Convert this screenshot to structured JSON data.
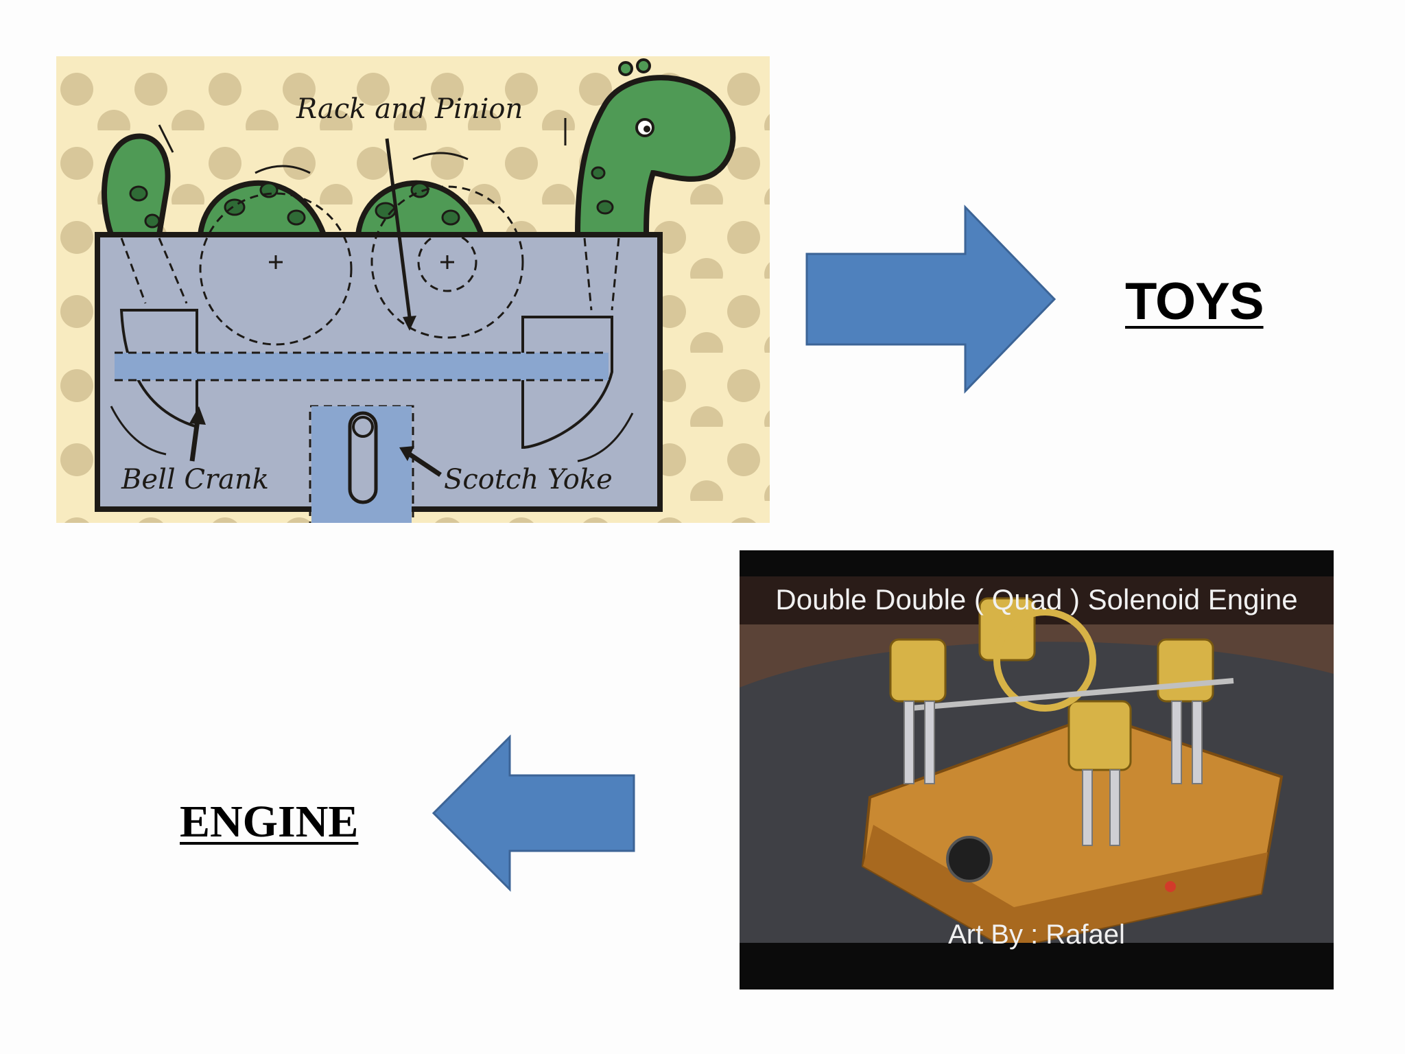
{
  "slide": {
    "toys_label": "TOYS",
    "engine_label": "ENGINE"
  },
  "diagram": {
    "label_rack": "Rack and Pinion",
    "label_bell": "Bell Crank",
    "label_scotch": "Scotch Yoke"
  },
  "photo": {
    "title": "Double Double ( Quad ) Solenoid Engine",
    "credit": "Art By : Rafael"
  },
  "colors": {
    "arrow": "#4f81bd",
    "arrow_border": "#3c6496",
    "diagram_bg": "#f8ebc0",
    "dots": "#d8c79a",
    "box": "#aab3c8",
    "creature": "#4f9a55",
    "slot": "#8aa6cf"
  },
  "icons": {
    "right_arrow": "right-arrow-icon",
    "left_arrow": "left-arrow-icon"
  }
}
